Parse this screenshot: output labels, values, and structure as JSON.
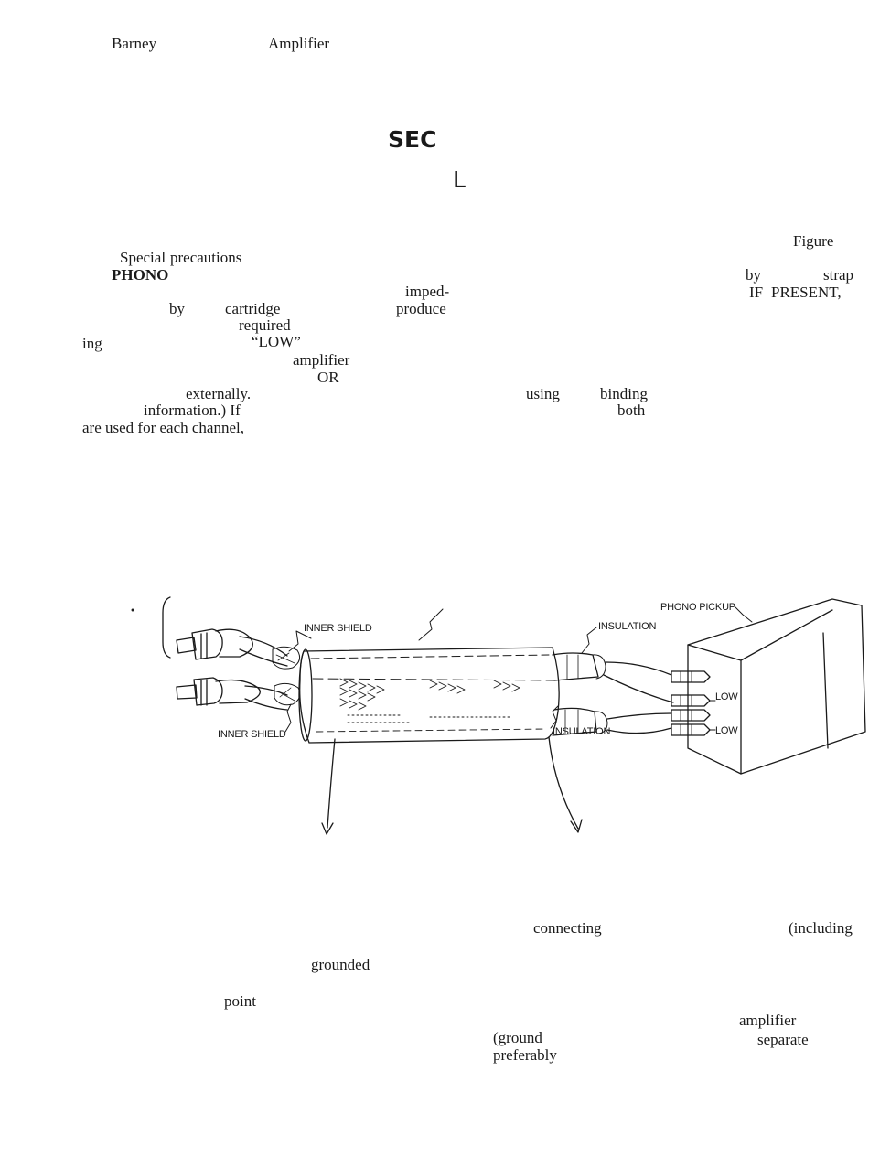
{
  "header": {
    "left": "Barney",
    "right": "Amplifier"
  },
  "section": {
    "title": "SEC",
    "subtitle": "L"
  },
  "paragraph1": {
    "words": [
      "Figure",
      "Special",
      "precautions",
      "PHONO",
      "by",
      "strap",
      "imped-",
      "by",
      "cartridge",
      "produce",
      "IF",
      "PRESENT,",
      "required",
      "ing",
      "“LOW”",
      "amplifier",
      "OR",
      "externally.",
      "using",
      "binding",
      "information.) If",
      "both",
      "are used for each channel,"
    ]
  },
  "figure": {
    "labels": {
      "phono_pickup": "PHONO PICKUP",
      "inner_shield_top": "INNER SHIELD",
      "inner_shield_bottom": "INNER SHIELD",
      "insulation_top": "INSULATION",
      "insulation_bottom": "INSULATION",
      "low_1": "LOW",
      "low_2": "LOW"
    }
  },
  "paragraph2": {
    "words": [
      "connecting",
      "(including",
      "grounded",
      "point",
      "amplifier",
      "(ground",
      "separate",
      "preferably"
    ]
  }
}
